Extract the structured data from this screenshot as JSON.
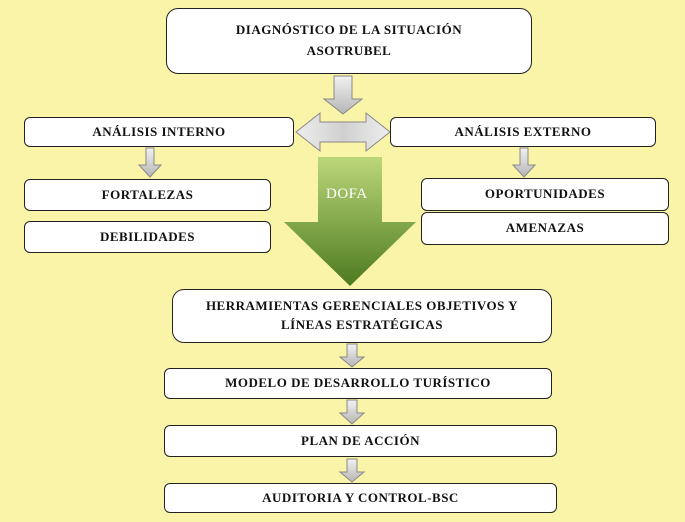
{
  "diagram": {
    "nodes": {
      "diagnostico": {
        "line1": "DIAGNÓSTICO DE LA SITUACIÓN",
        "line2": "ASOTRUBEL"
      },
      "analisis_interno": "ANÁLISIS INTERNO",
      "analisis_externo": "ANÁLISIS EXTERNO",
      "fortalezas": "FORTALEZAS",
      "debilidades": "DEBILIDADES",
      "oportunidades": "OPORTUNIDADES",
      "amenazas": "AMENAZAS",
      "dofa": "DOFA",
      "herramientas": {
        "line1": "HERRAMIENTAS GERENCIALES OBJETIVOS Y",
        "line2": "LÍNEAS ESTRATÉGICAS"
      },
      "modelo": "MODELO DE DESARROLLO TURÍSTICO",
      "plan": "PLAN DE ACCIÓN",
      "auditoria": "AUDITORIA Y CONTROL-BSC"
    },
    "colors": {
      "background": "#faf4a8",
      "box_fill": "#ffffff",
      "box_border": "#222222",
      "arrow_gray": "#c9c9c9",
      "dofa_green_top": "#bcd77a",
      "dofa_green_bottom": "#4c7a1f"
    }
  }
}
